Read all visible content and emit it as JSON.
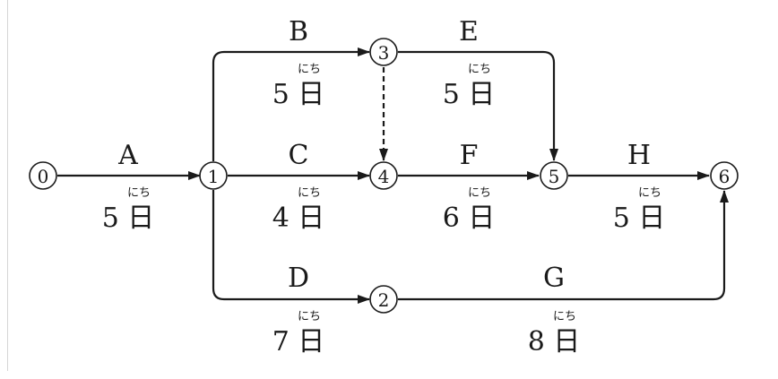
{
  "nodes": [
    {
      "id": "n0",
      "label": "0"
    },
    {
      "id": "n1",
      "label": "1"
    },
    {
      "id": "n2",
      "label": "2"
    },
    {
      "id": "n3",
      "label": "3"
    },
    {
      "id": "n4",
      "label": "4"
    },
    {
      "id": "n5",
      "label": "5"
    },
    {
      "id": "n6",
      "label": "6"
    }
  ],
  "activities": [
    {
      "name": "A",
      "from": "0",
      "to": "1",
      "duration": "5 日",
      "ruby": "にち"
    },
    {
      "name": "B",
      "from": "1",
      "to": "3",
      "duration": "5 日",
      "ruby": "にち"
    },
    {
      "name": "C",
      "from": "1",
      "to": "4",
      "duration": "4 日",
      "ruby": "にち"
    },
    {
      "name": "D",
      "from": "1",
      "to": "2",
      "duration": "7 日",
      "ruby": "にち"
    },
    {
      "name": "E",
      "from": "3",
      "to": "5",
      "duration": "5 日",
      "ruby": "にち"
    },
    {
      "name": "F",
      "from": "4",
      "to": "5",
      "duration": "6 日",
      "ruby": "にち"
    },
    {
      "name": "G",
      "from": "2",
      "to": "6",
      "duration": "8 日",
      "ruby": "にち"
    },
    {
      "name": "H",
      "from": "5",
      "to": "6",
      "duration": "5 日",
      "ruby": "にち"
    }
  ],
  "dummy_activities": [
    {
      "from": "3",
      "to": "4"
    }
  ],
  "colors": {
    "ink": "#1a1a1a",
    "background": "#ffffff",
    "frame_rule": "#d6d6d6"
  }
}
